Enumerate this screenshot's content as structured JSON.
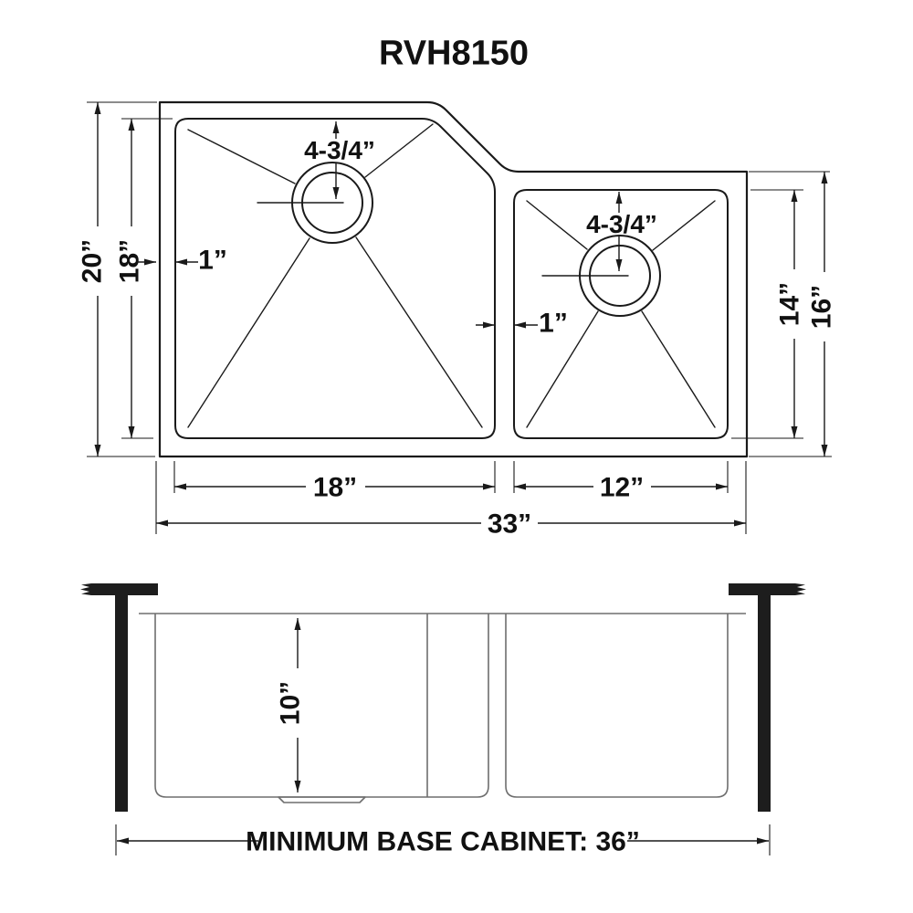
{
  "title": "RVH8150",
  "plan": {
    "overall_depth": "20”",
    "left_bowl_depth": "18”",
    "left_wall_thickness": "1”",
    "left_drain_to_back": "4-3/4”",
    "right_drain_to_back": "4-3/4”",
    "divider_thickness": "1”",
    "right_bowl_depth": "14”",
    "right_section_depth": "16”",
    "left_bowl_width": "18”",
    "right_bowl_width": "12”",
    "overall_width": "33”"
  },
  "elevation": {
    "bowl_depth": "10”",
    "base_cabinet_note": "MINIMUM BASE CABINET: 36”"
  },
  "colors": {
    "drawing_line": "#1a1a1a",
    "elevation_line": "#6e6e6e",
    "solid_fill": "#1d1d1d",
    "background": "#ffffff"
  }
}
